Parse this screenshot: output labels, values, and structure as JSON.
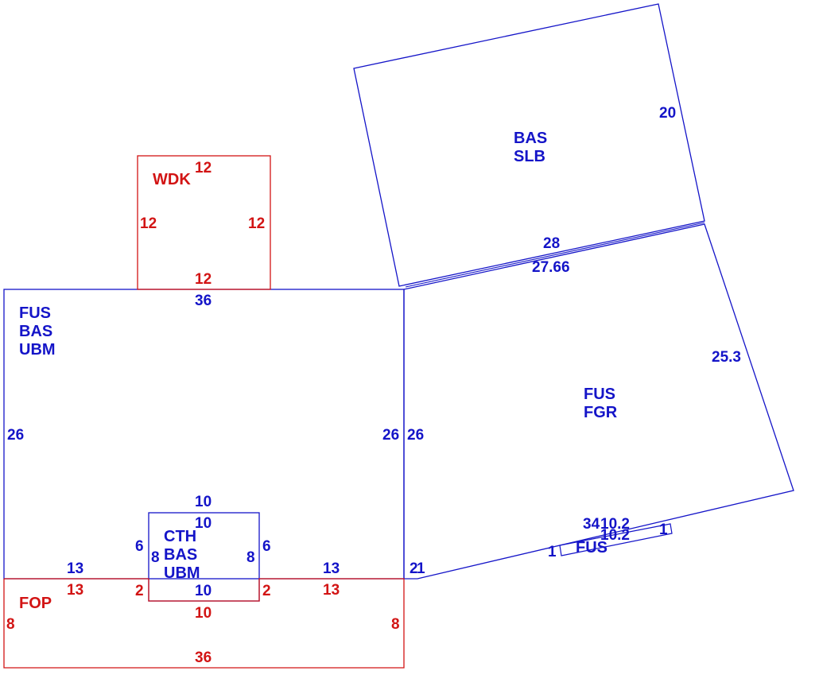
{
  "colors": {
    "blue": "#1414c8",
    "red": "#d21414"
  },
  "areas": {
    "bas_slb": {
      "line1": "BAS",
      "line2": "SLB"
    },
    "fus_fgr": {
      "line1": "FUS",
      "line2": "FGR"
    },
    "fus_main": {
      "line1": "FUS",
      "line2": "BAS",
      "line3": "UBM"
    },
    "cth": {
      "line1": "CTH",
      "line2": "BAS",
      "line3": "UBM"
    },
    "wdk": {
      "line1": "WDK"
    },
    "fop": {
      "line1": "FOP"
    },
    "fus_small": {
      "line1": "FUS"
    }
  },
  "dimensions": {
    "bas_slb_right": "20",
    "bas_slb_bottom": "28",
    "fus_fgr_top": "27.66",
    "fus_fgr_right": "25.3",
    "fus_fgr_left": "26",
    "wdk_top": "12",
    "wdk_left": "12",
    "wdk_right": "12",
    "wdk_bottom": "12",
    "main_top": "36",
    "main_left": "26",
    "main_right": "26",
    "main_bottom_left": "13",
    "main_bottom_right": "13",
    "cth_top_outer": "10",
    "cth_top_inner": "10",
    "cth_left_outer": "6",
    "cth_left_inner": "8",
    "cth_right_inner": "8",
    "cth_right_outer": "6",
    "cth_bottom_blue": "10",
    "fop_top_left": "13",
    "fop_top_right": "13",
    "fop_notch_left": "2",
    "fop_notch_right": "2",
    "fop_notch_bottom": "10",
    "fop_left": "8",
    "fop_right": "8",
    "fop_bottom": "36",
    "corner_2": "2",
    "corner_1": "1",
    "small_a": "34",
    "small_b": "10.2",
    "small_c": "10.2",
    "small_d": "1",
    "small_e": "1"
  }
}
